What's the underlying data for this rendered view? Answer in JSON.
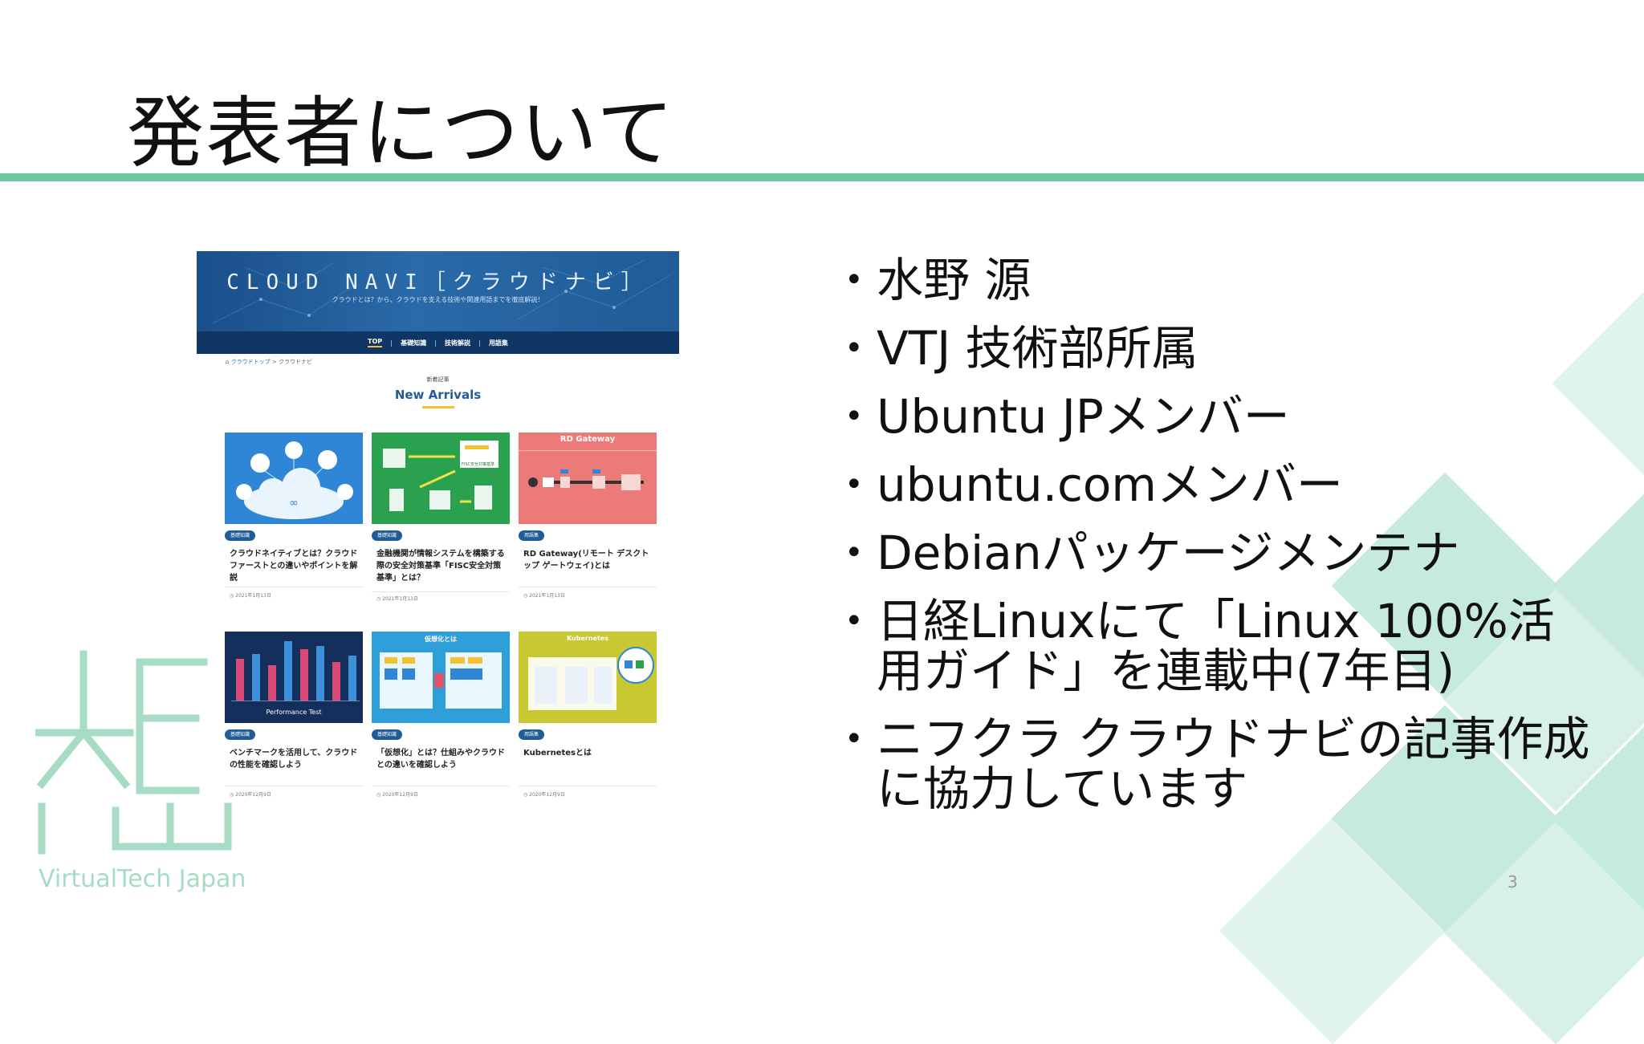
{
  "slide": {
    "title": "発表者について",
    "page_number": "3",
    "bullets": [
      "水野 源",
      "VTJ 技術部所属",
      "Ubuntu JPメンバー",
      "ubuntu.comメンバー",
      "Debianパッケージメンテナ",
      "日経Linuxにて「Linux 100%活用ガイド」を連載中(7年目)",
      "ニフクラ クラウドナビの記事作成に協力しています"
    ],
    "bullet_glyph": "•",
    "logo_text": "VirtualTech Japan",
    "colors": {
      "accent": "#6cc9a1",
      "diamond": "#c6ebdc",
      "nav": "#0f3664",
      "tag": "#1f5c98"
    }
  },
  "screenshot": {
    "brand": "CLOUD NAVI［クラウドナビ］",
    "tagline": "クラウドとは？から、クラウドを支える技術や関連用語までを徹底解説！",
    "nav": [
      "TOP",
      "基礎知識",
      "技術解説",
      "用語集"
    ],
    "nav_sep": "|",
    "breadcrumb_home": "クラウドトップ",
    "breadcrumb_current": "> クラウドナビ",
    "section_small": "新着記事",
    "section_title": "New Arrivals",
    "cards": [
      {
        "tag": "基礎知識",
        "title": "クラウドネイティブとは？クラウドファーストとの違いやポイントを解説",
        "date": "2021年1月13日",
        "thumb_label": ""
      },
      {
        "tag": "基礎知識",
        "title": "金融機関が情報システムを構築する際の安全対策基準「FISC安全対策基準」とは？",
        "date": "2021年1月13日",
        "thumb_label": "FISC安全対策基準"
      },
      {
        "tag": "用語集",
        "title": "RD Gateway(リモート デスクトップ ゲートウェイ)とは",
        "date": "2021年1月13日",
        "thumb_label": "RD Gateway"
      },
      {
        "tag": "基礎知識",
        "title": "ベンチマークを活用して、クラウドの性能を確認しよう",
        "date": "2020年12月9日",
        "thumb_label": "Performance Test"
      },
      {
        "tag": "基礎知識",
        "title": "「仮想化」とは？仕組みやクラウドとの違いを確認しよう",
        "date": "2020年12月9日",
        "thumb_label": "仮想化とは"
      },
      {
        "tag": "用語集",
        "title": "Kubernetesとは",
        "date": "2020年12月9日",
        "thumb_label": "Kubernetes"
      }
    ]
  }
}
